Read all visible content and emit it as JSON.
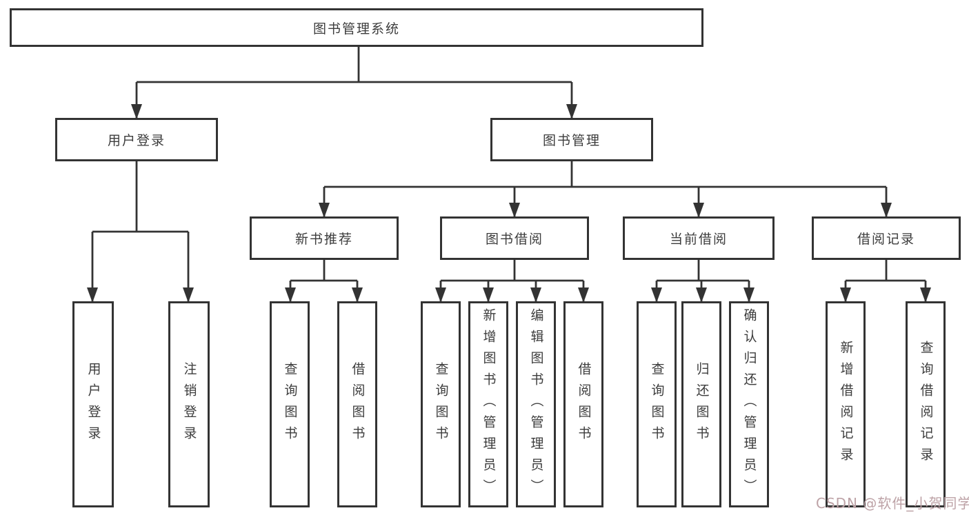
{
  "diagram_title": "图书管理系统",
  "tree": {
    "root": {
      "label": "图书管理系统",
      "children": [
        {
          "label": "用户登录",
          "children": [
            {
              "label": "用户登录"
            },
            {
              "label": "注销登录"
            }
          ]
        },
        {
          "label": "图书管理",
          "children": [
            {
              "label": "新书推荐",
              "children": [
                {
                  "label": "查询图书"
                },
                {
                  "label": "借阅图书"
                }
              ]
            },
            {
              "label": "图书借阅",
              "children": [
                {
                  "label": "查询图书"
                },
                {
                  "label": "新增图书（管理员）"
                },
                {
                  "label": "编辑图书（管理员）"
                },
                {
                  "label": "借阅图书"
                }
              ]
            },
            {
              "label": "当前借阅",
              "children": [
                {
                  "label": "查询图书"
                },
                {
                  "label": "归还图书"
                },
                {
                  "label": "确认归还（管理员）"
                }
              ]
            },
            {
              "label": "借阅记录",
              "children": [
                {
                  "label": "新增借阅记录"
                },
                {
                  "label": "查询借阅记录"
                }
              ]
            }
          ]
        }
      ]
    }
  },
  "watermark": {
    "text": "CSDN @软件_小贺同学"
  },
  "style": {
    "line_color": "#333333",
    "box_border_color": "#333333",
    "text_color": "#3c3c3c",
    "watermark_color": "#bda2a6",
    "background": "#ffffff"
  }
}
